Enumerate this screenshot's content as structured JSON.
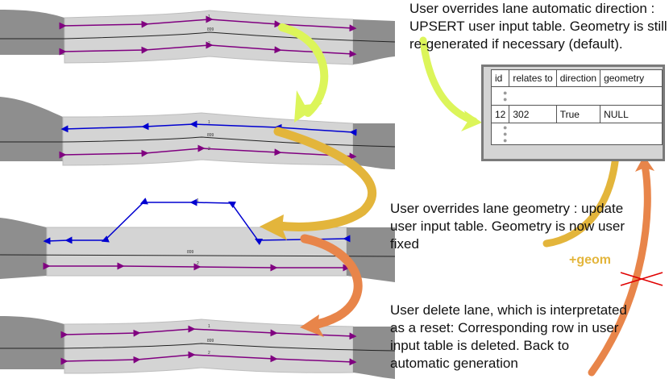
{
  "captions": {
    "upsert": "User overrides lane automatic direction : UPSERT user input table. Geometry is still re-generated if necessary (default).",
    "geometry": "User overrides lane geometry : update user input table. Geometry is now user fixed",
    "delete": "User delete lane, which is interpretated as a reset: Corresponding row in user input table is deleted. Back to automatic generation"
  },
  "geom_label": "+geom",
  "table": {
    "headers": [
      "id",
      "relates to",
      "direction",
      "geometry"
    ],
    "row": [
      "12",
      "302",
      "True",
      "NULL"
    ]
  },
  "lane_labels": {
    "upper": "1",
    "lower": "2",
    "center": "899"
  },
  "colors": {
    "lane_auto": "#800080",
    "lane_user": "#0000d0",
    "road": "#d4d4d4",
    "end_block": "#8e8e8e",
    "arrow_green": "#dcf55a",
    "arrow_yellow": "#e3b53b",
    "arrow_orange": "#e8854a",
    "cross": "#e00000"
  }
}
